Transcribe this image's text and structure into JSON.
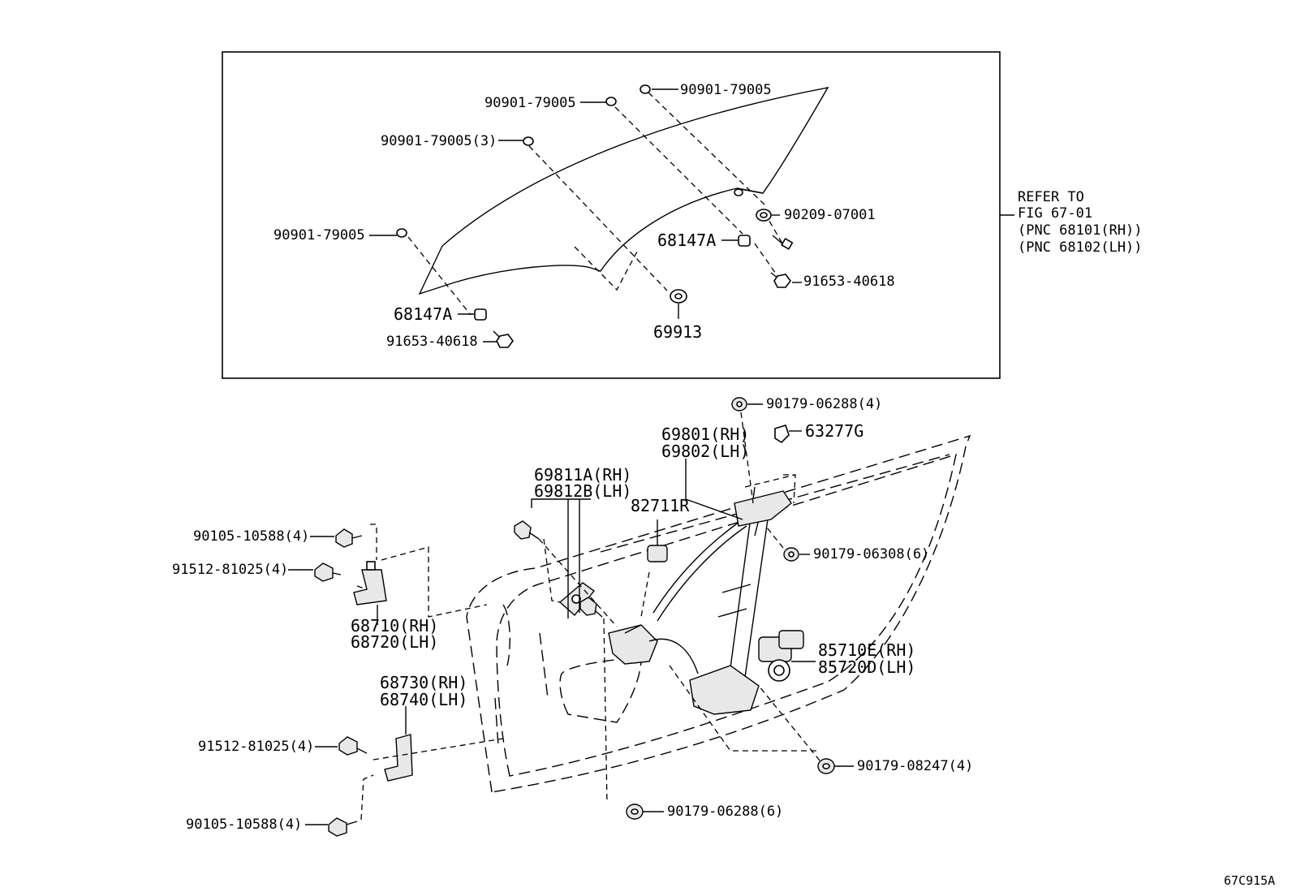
{
  "diagram": {
    "ref_note": {
      "line1": "REFER TO",
      "line2": "FIG 67-01",
      "line3": "(PNC 68101(RH))",
      "line4": "(PNC 68102(LH))"
    },
    "figure_code": "67C915A",
    "glass_labels": {
      "clip_top_right": "90901-79005",
      "clip_top_mid": "90901-79005",
      "clip_3": "90901-79005(3)",
      "clip_left": "90901-79005",
      "washer": "90209-07001",
      "spacer_right": "68147A",
      "bolt_right": "91653-40618",
      "spacer_left": "68147A",
      "bolt_left": "91653-40618",
      "pad": "69913"
    },
    "door_labels": {
      "nut_top": "90179-06288(4)",
      "clip_63277g": "63277G",
      "regulator_rh": "69801(RH)",
      "regulator_lh": "69802(LH)",
      "stopper_rh": "69811A(RH)",
      "stopper_lh": "69812B(LH)",
      "part_82711r": "82711R",
      "nut_6308": "90179-06308(6)",
      "bolt_top_hinge": "90105-10588(4)",
      "screw_top_hinge": "91512-81025(4)",
      "upper_hinge_rh": "68710(RH)",
      "upper_hinge_lh": "68720(LH)",
      "motor_rh": "85710E(RH)",
      "motor_lh": "85720D(LH)",
      "lower_hinge_rh": "68730(RH)",
      "lower_hinge_lh": "68740(LH)",
      "screw_low_hinge": "91512-81025(4)",
      "nut_8247": "90179-08247(4)",
      "bolt_low_hinge": "90105-10588(4)",
      "nut_bottom": "90179-06288(6)"
    }
  }
}
